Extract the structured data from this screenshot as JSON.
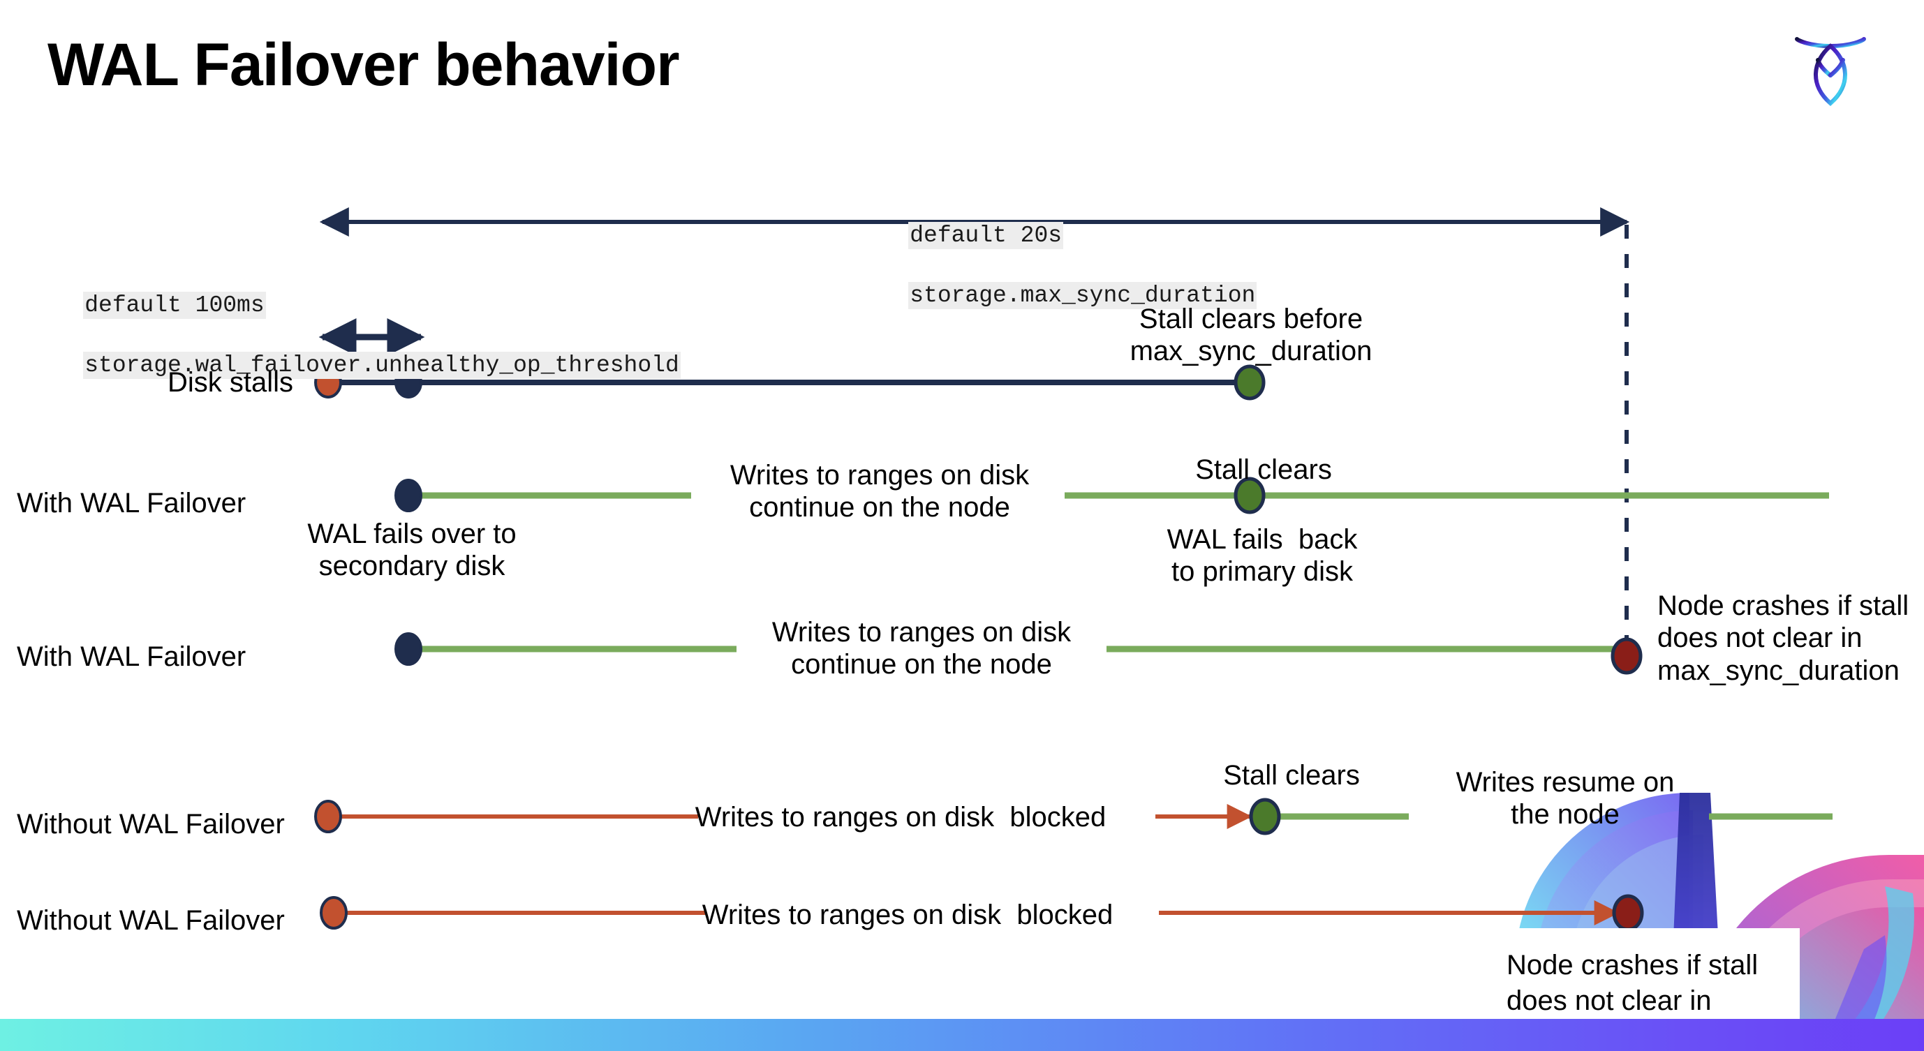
{
  "slide": {
    "title": "WAL Failover behavior",
    "logo_name": "cockroachdb-logo"
  },
  "colors": {
    "navy": "#1f2d4d",
    "green_line": "#7aab5c",
    "green_dot": "#4b7a2b",
    "red_line": "#c2512f",
    "orange_dot": "#c2512f",
    "dark_red_dot": "#8a1e18",
    "code_bg": "#ededed",
    "bar_gradient_start": "#6ef0e3",
    "bar_gradient_end": "#6b3ff7"
  },
  "settings": {
    "max_sync": {
      "default": "default 20s",
      "name": "storage.max_sync_duration"
    },
    "unhealthy_op": {
      "default": "default 100ms",
      "name": "storage.wal_failover.unhealthy_op_threshold"
    }
  },
  "rows": {
    "disk_stalls": {
      "label": "Disk stalls",
      "stall_clears_note": "Stall clears before\nmax_sync_duration"
    },
    "with_failover_1": {
      "label": "With WAL Failover",
      "failover_note": "WAL fails over to\nsecondary disk",
      "writes_note": "Writes to ranges on disk\ncontinue on the node",
      "stall_clears": "Stall clears",
      "failback_note": "WAL fails  back\nto primary disk"
    },
    "with_failover_2": {
      "label": "With WAL Failover",
      "writes_note": "Writes to ranges on disk\ncontinue on the node",
      "crash_note": "Node crashes if stall\ndoes not clear in\nmax_sync_duration"
    },
    "without_failover_1": {
      "label": "Without WAL Failover",
      "blocked_note": "Writes to ranges on disk  blocked",
      "stall_clears": "Stall clears",
      "resume_note": "Writes resume on\nthe node"
    },
    "without_failover_2": {
      "label": "Without WAL Failover",
      "blocked_note": "Writes to ranges on disk  blocked",
      "crash_note": "Node crashes if stall\ndoes not clear in\nmax_sync_duration"
    }
  }
}
